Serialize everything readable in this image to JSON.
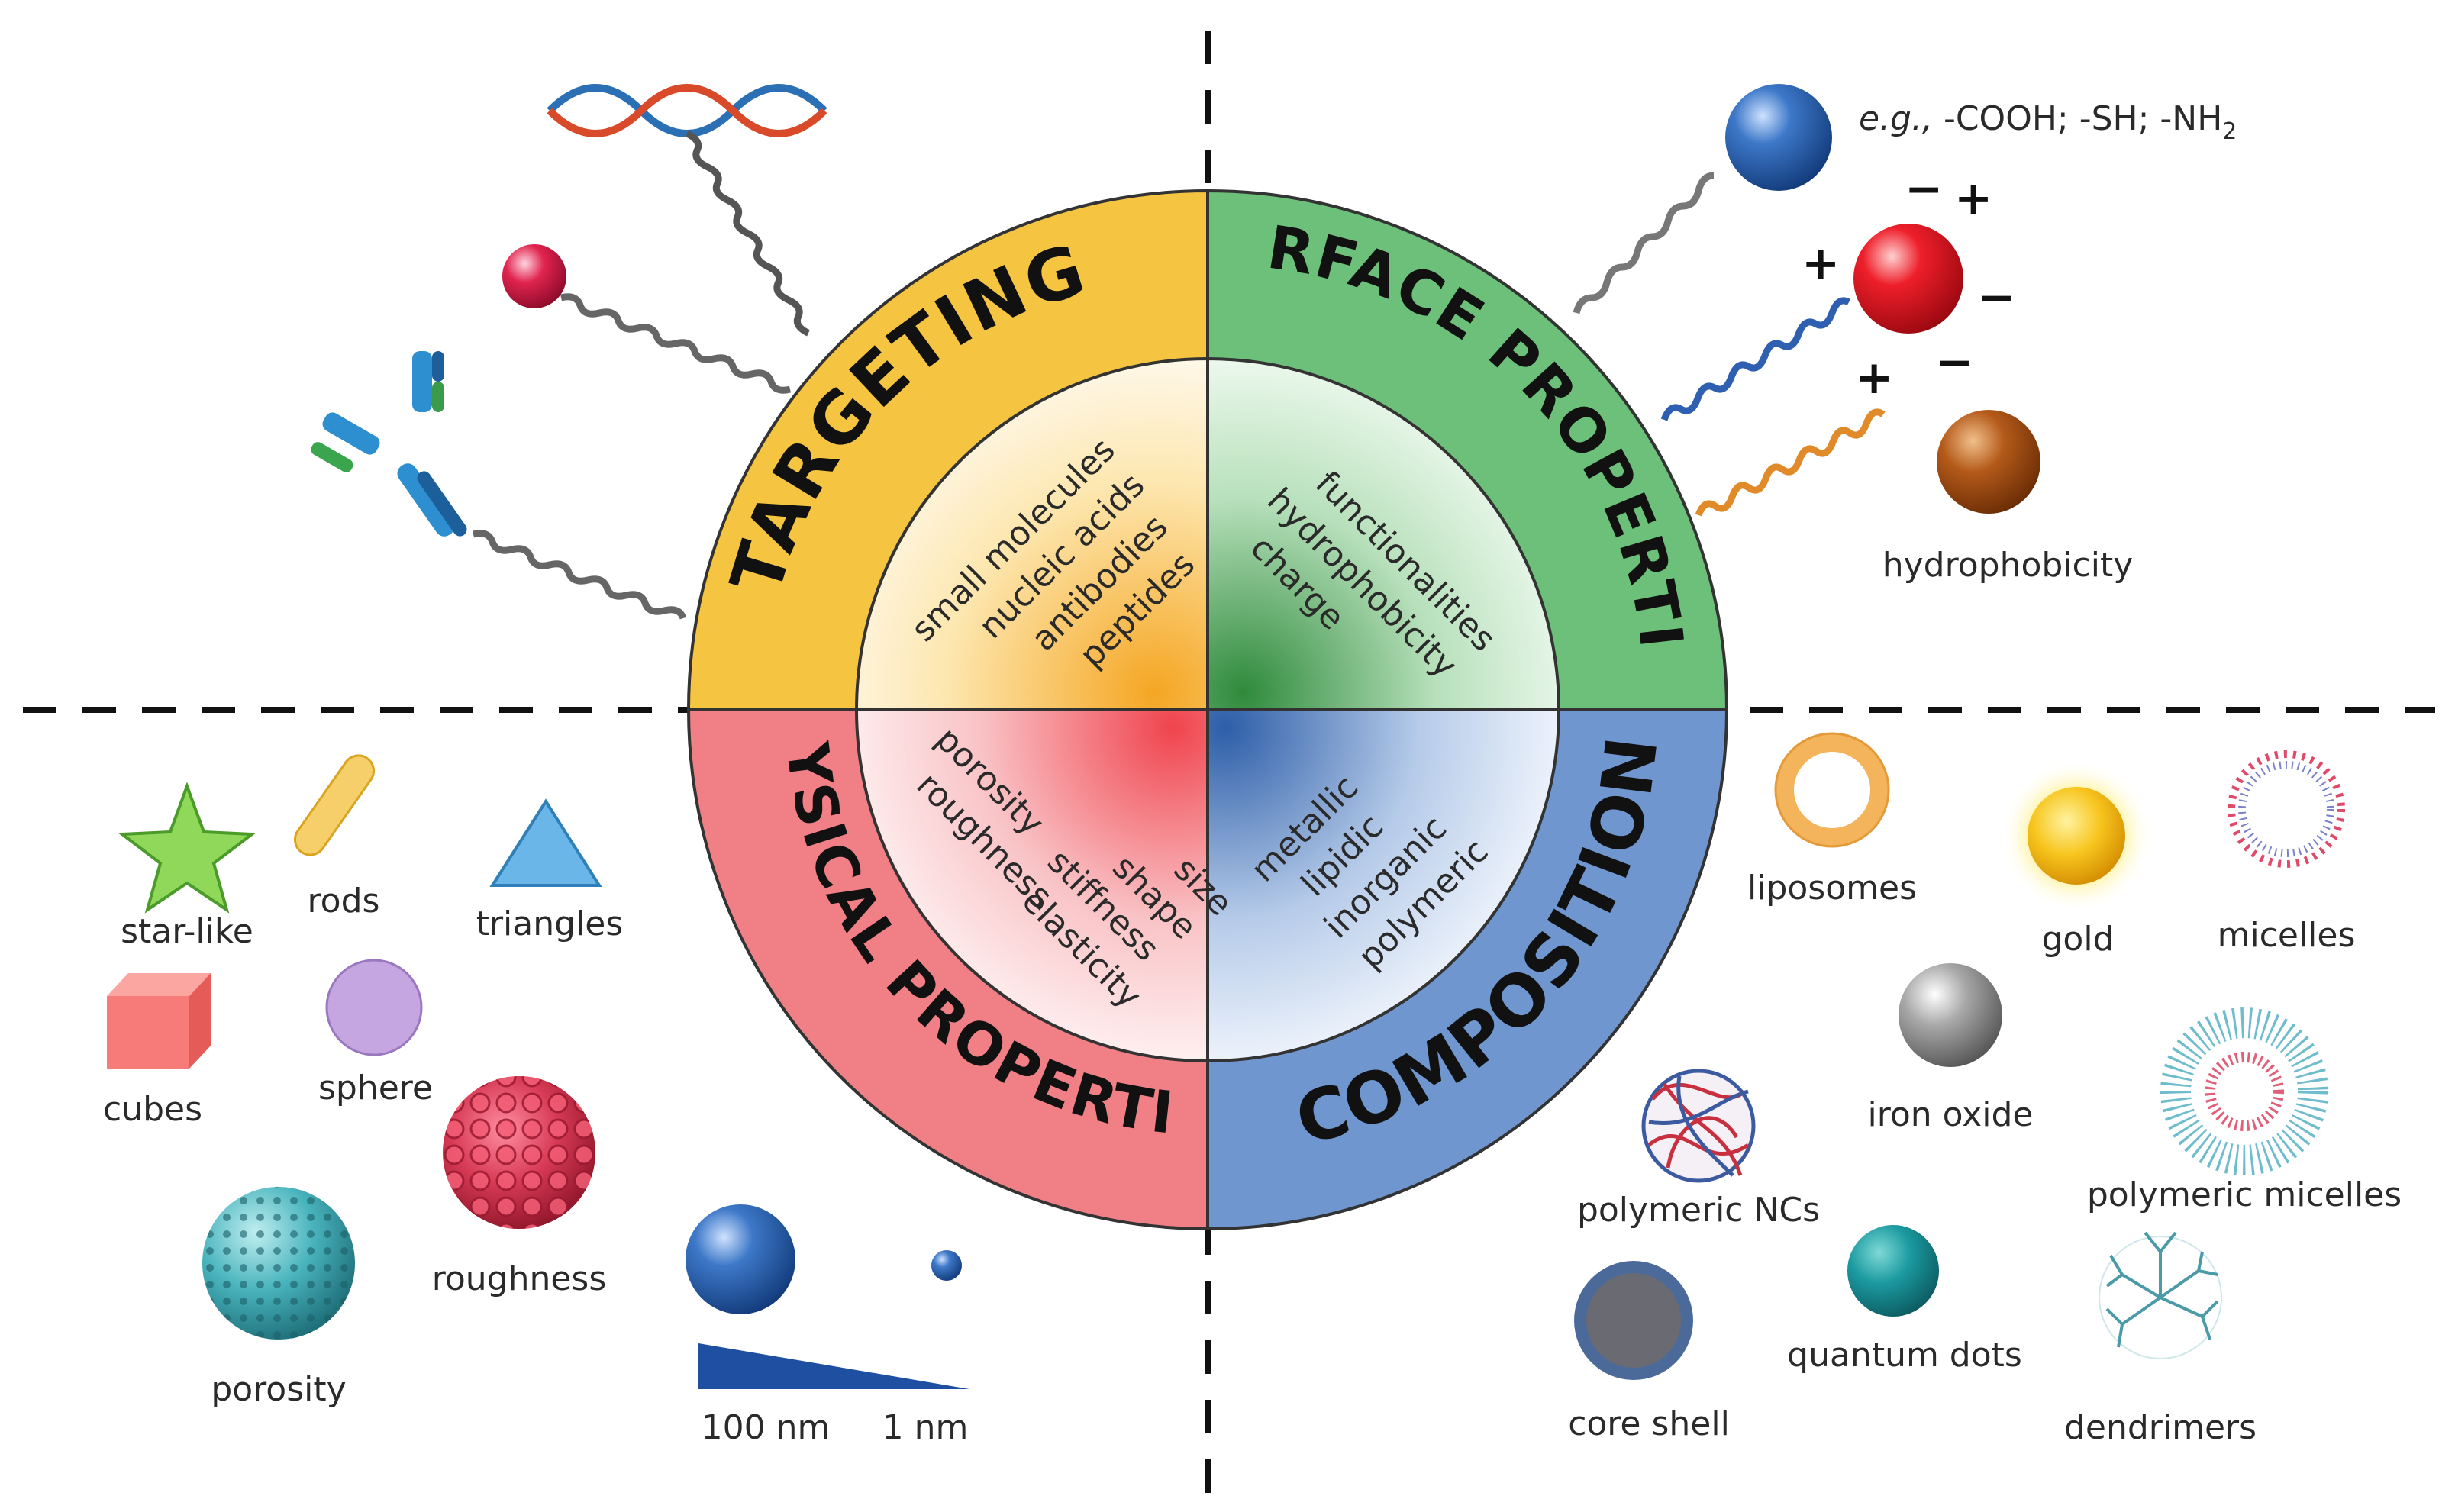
{
  "quadrants": {
    "targeting": {
      "title": "TARGETING",
      "items": [
        "small molecules",
        "nucleic acids",
        "antibodies",
        "peptides"
      ]
    },
    "surface": {
      "title": "SURFACE PROPERTIES",
      "items": [
        "functionalities",
        "hydrophobicity",
        "charge"
      ]
    },
    "physical": {
      "title": "PHYSICAL PROPERTIES",
      "items": [
        "size",
        "shape",
        "stiffness",
        "elasticity",
        "porosity",
        "roughness"
      ]
    },
    "composition": {
      "title": "COMPOSITION",
      "items": [
        "metallic",
        "lipidic",
        "inorganic",
        "polymeric"
      ]
    }
  },
  "surface_examples": {
    "eg": "e.g.,",
    "groups": " -COOH; -SH; -NH",
    "subscript": "2",
    "hydrophobicity": "hydrophobicity",
    "charges": [
      "+",
      "+",
      "+",
      "−",
      "−",
      "−"
    ]
  },
  "shapes": {
    "star": "star-like",
    "rods": "rods",
    "triangles": "triangles",
    "cubes": "cubes",
    "sphere": "sphere",
    "roughness": "roughness",
    "porosity": "porosity",
    "size_large": "100 nm",
    "size_small": "1 nm"
  },
  "composition_types": {
    "liposomes": "liposomes",
    "gold": "gold",
    "micelles": "micelles",
    "iron_oxide": "iron oxide",
    "polymeric_ncs": "polymeric NCs",
    "polymeric_micelles": "polymeric micelles",
    "core_shell": "core shell",
    "quantum_dots": "quantum dots",
    "dendrimers": "dendrimers"
  },
  "colors": {
    "targeting": "#f5c542",
    "surface": "#6cc07a",
    "physical": "#f07f86",
    "composition": "#6f96cf"
  }
}
